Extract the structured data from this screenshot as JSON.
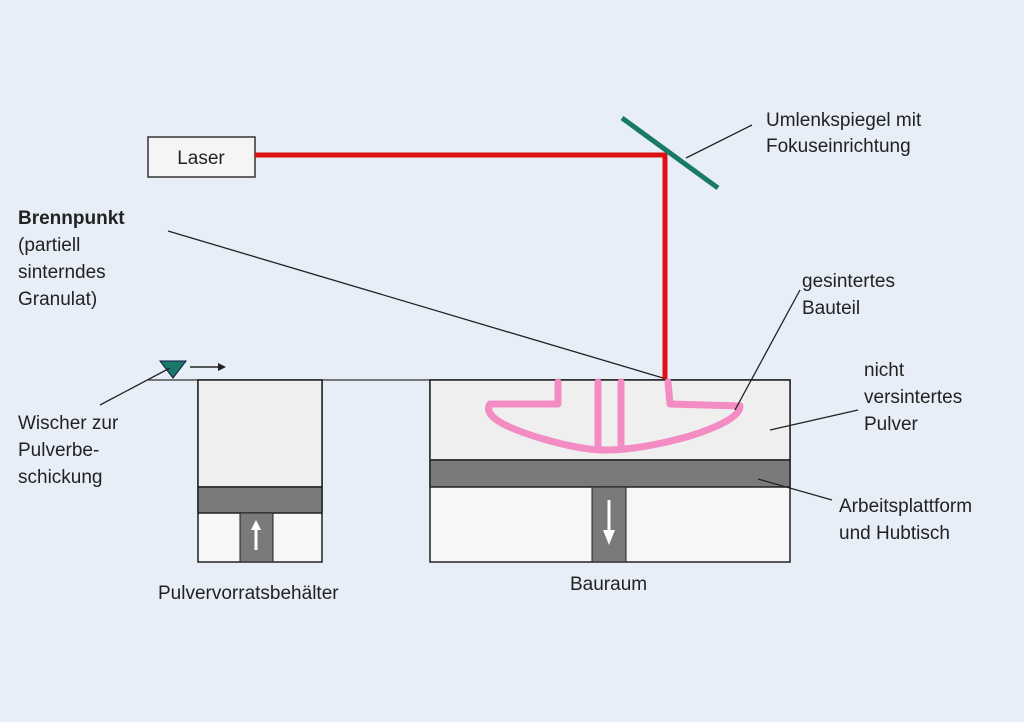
{
  "labels": {
    "laser": "Laser",
    "mirror": [
      "Umlenkspiegel mit",
      "Fokuseinrichtung"
    ],
    "focus_title": "Brennpunkt",
    "focus": [
      "(partiell",
      "sinterndes",
      "Granulat)"
    ],
    "sintered": [
      "gesintertes",
      "Bauteil"
    ],
    "unsintered": [
      "nicht",
      "versintertes",
      "Pulver"
    ],
    "wiper": [
      "Wischer zur",
      "Pulverbe-",
      "schickung"
    ],
    "platform": [
      "Arbeitsplattform",
      "und Hubtisch"
    ],
    "supply": "Pulvervorratsbehälter",
    "build": "Bauraum"
  },
  "colors": {
    "laser_beam": "#dd1111",
    "mirror": "#1a7a6a",
    "sintered_part": "#f48cc4",
    "powder": "#f0f0f0",
    "platform": "#7a7a7a",
    "wiper": "#1a7a6a"
  }
}
